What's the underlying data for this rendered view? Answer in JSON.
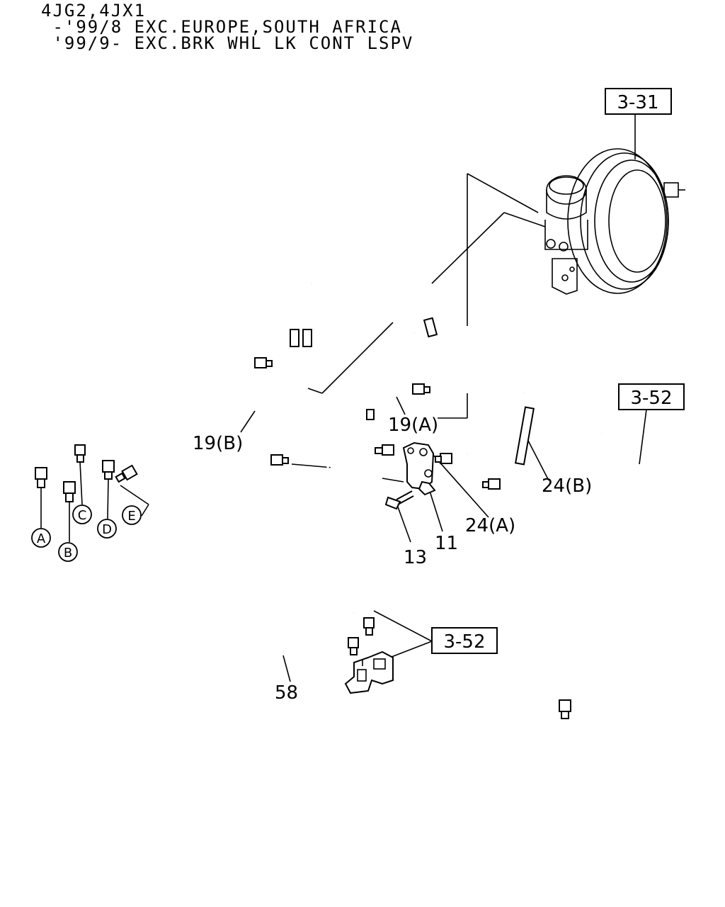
{
  "header": {
    "line1": "4JG2,4JX1",
    "line2": " -'99/8 EXC.EUROPE,SOUTH AFRICA",
    "line3": " '99/9- EXC.BRK WHL LK CONT LSPV"
  },
  "refs": {
    "ref_3_31": "3-31",
    "ref_3_52_right": "3-52",
    "ref_3_52_bottom": "3-52"
  },
  "labels": {
    "l_19b": "19(B)",
    "l_19a": "19(A)",
    "l_24b": "24(B)",
    "l_24a": "24(A)",
    "l_11": "11",
    "l_13": "13",
    "l_58": "58"
  },
  "circles": {
    "a": "A",
    "b": "B",
    "c": "C",
    "d": "D",
    "e": "E"
  }
}
